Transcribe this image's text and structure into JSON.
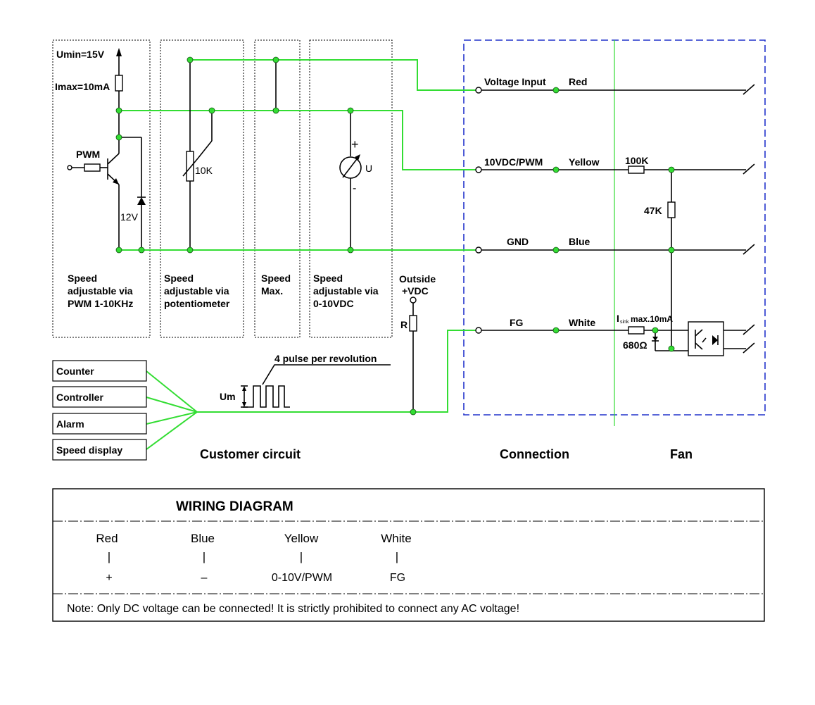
{
  "customer": {
    "umin": "Umin=15V",
    "imax": "Imax=10mA",
    "pwm": "PWM",
    "zener": "12V",
    "pot": "10K",
    "meter_plus": "+",
    "meter_minus": "-",
    "meter_u": "U",
    "boxes": [
      [
        "Speed",
        "adjustable via",
        "PWM 1-10KHz"
      ],
      [
        "Speed",
        "adjustable via",
        "potentiometer"
      ],
      [
        "Speed",
        "Max."
      ],
      [
        "Speed",
        "adjustable via",
        "0-10VDC"
      ]
    ],
    "outside": [
      "Outside",
      "+VDC"
    ],
    "r": "R",
    "pulse": "4 pulse per revolution",
    "um": "Um",
    "devices": [
      "Counter",
      "Controller",
      "Alarm",
      "Speed display"
    ],
    "section_label": "Customer circuit"
  },
  "connection": {
    "rows": [
      {
        "signal": "Voltage Input",
        "color": "Red"
      },
      {
        "signal": "10VDC/PWM",
        "color": "Yellow"
      },
      {
        "signal": "GND",
        "color": "Blue"
      },
      {
        "signal": "FG",
        "color": "White"
      }
    ],
    "section_label": "Connection"
  },
  "fan": {
    "r100k": "100K",
    "r47k": "47K",
    "isink_sub": "sink",
    "isink_main": "max.10mA",
    "isink_i": "I",
    "r680": "680Ω",
    "section_label": "Fan"
  },
  "wiring": {
    "title": "WIRING DIAGRAM",
    "columns": [
      {
        "color": "Red",
        "sep": "|",
        "func": "+"
      },
      {
        "color": "Blue",
        "sep": "|",
        "func": "–"
      },
      {
        "color": "Yellow",
        "sep": "|",
        "func": "0-10V/PWM"
      },
      {
        "color": "White",
        "sep": "|",
        "func": "FG"
      }
    ],
    "note": "Note: Only DC voltage can be connected!  It is strictly prohibited to connect any AC voltage!"
  },
  "colors": {
    "wire": "#33dd33",
    "connection_frame": "#2233cc",
    "line": "#000000"
  }
}
